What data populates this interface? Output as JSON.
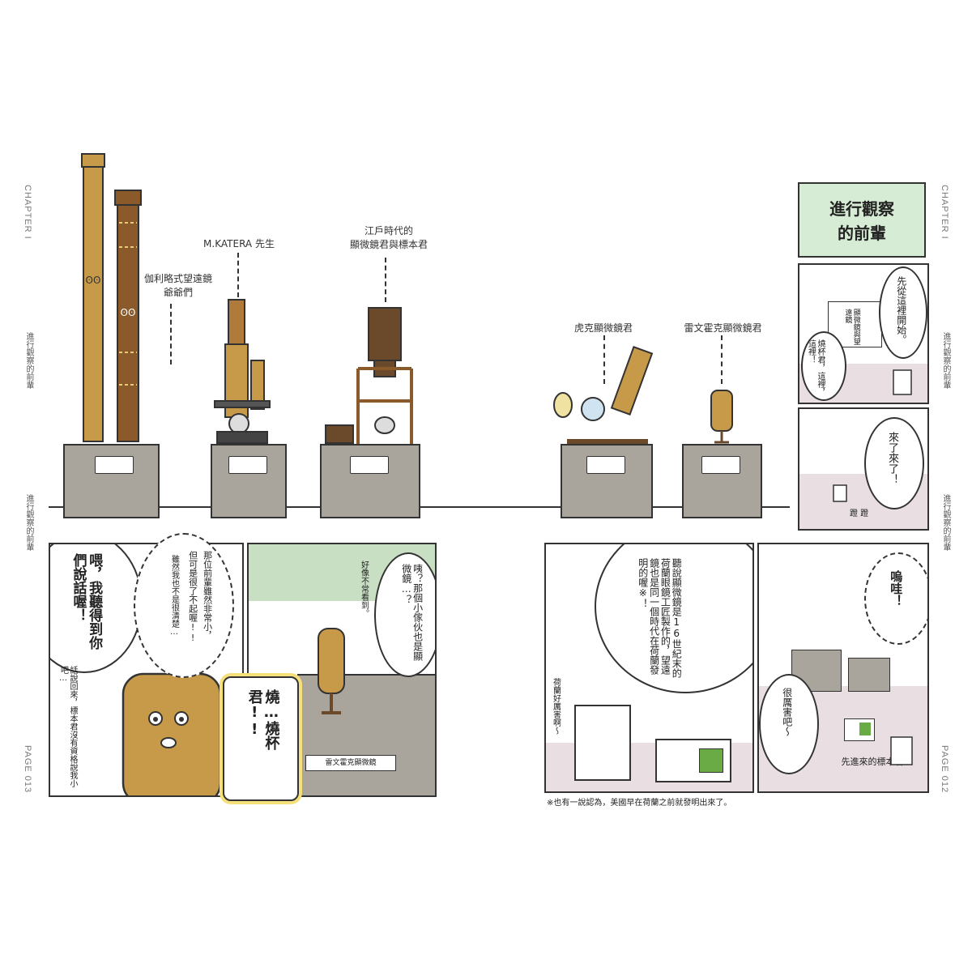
{
  "side_labels": {
    "left_chapter": "CHAPTER I",
    "left_title1": "進行觀察的前輩",
    "left_title2": "進行觀察的前輩",
    "left_page": "PAGE 013",
    "right_chapter": "CHAPTER I",
    "right_title1": "進行觀察的前輩",
    "right_title2": "進行觀察的前輩",
    "right_page": "PAGE 012"
  },
  "title_box": {
    "line1": "進行觀察",
    "line2": "的前輩"
  },
  "exhibit_labels": {
    "galileo": "伽利略式望遠鏡\n爺爺們",
    "katera": "M.KATERA 先生",
    "edo": "江戶時代的\n顯微鏡君與標本君",
    "hooke": "虎克顯微鏡君",
    "leeuwenhoek": "雷文霍克顯微鏡君"
  },
  "panel_tr1": {
    "bubble1": "先從這裡開始。",
    "bubble2": "燒杯君，這裡，這裡！",
    "sign": "顯微鏡與望遠鏡"
  },
  "panel_tr2": {
    "bubble": "來了來了！",
    "sfx": "蹬 蹬"
  },
  "panel_bl1": {
    "big": "喂，我聽得到你們說話喔！",
    "mid1": "那位前輩雖然非常小，",
    "mid2": "但可是很了不起喔!!",
    "mid3": "雖然我也不是很清楚…",
    "small": "話說回來，標本君沒有資格說我小吧…"
  },
  "panel_bl2": {
    "bubble": "咦？那個小傢伙也是顯微鏡…？",
    "small": "好像不常看到。",
    "shout": "燒…燒杯君!!",
    "plaque": "雷文霍克顯微鏡"
  },
  "panel_br1": {
    "bubble": "聽說顯微鏡是16世紀末的荷蘭眼鏡工匠製作的，望遠鏡也是同一個時代在荷蘭發明的喔※！",
    "small": "荷蘭好厲害啊～"
  },
  "panel_br2": {
    "bubble": "嗚哇！",
    "bubble2": "很厲害吧～",
    "caption": "先進來的標本君"
  },
  "footnote": "※也有一說認為，美國早在荷蘭之前就發明出來了。",
  "colors": {
    "plinth": "#a9a59c",
    "wood_light": "#c79a4a",
    "wood_dark": "#8b5a2b",
    "title_bg": "#d6ecd4",
    "wall_pink": "#e9dfe2",
    "green": "#6aab46",
    "shout_yellow": "#f5e07a"
  }
}
